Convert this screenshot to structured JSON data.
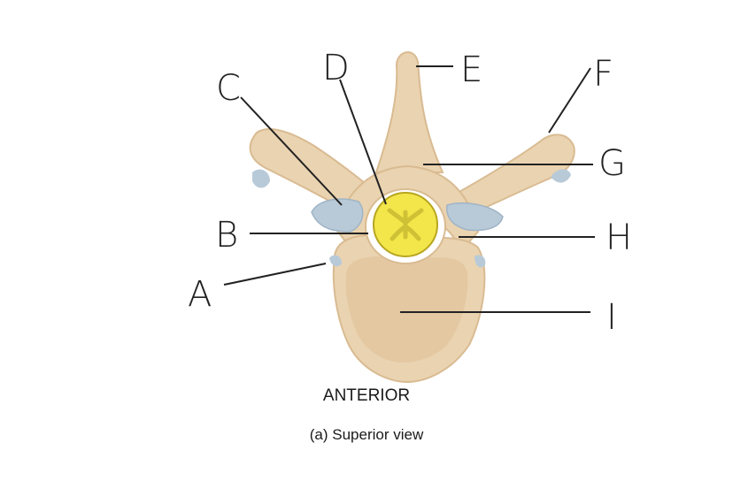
{
  "diagram": {
    "labels": {
      "a": "A",
      "b": "B",
      "c": "C",
      "d": "D",
      "e": "E",
      "f": "F",
      "g": "G",
      "h": "H",
      "i": "I"
    },
    "orientation_label": "ANTERIOR",
    "view_caption": "(a) Superior view"
  },
  "colors": {
    "bone": "#ead3b0",
    "bone_shadow": "#d9bb92",
    "articular_facet": "#b8cad8",
    "spinal_cord": "#f2e64a",
    "leader_line": "#222222"
  }
}
